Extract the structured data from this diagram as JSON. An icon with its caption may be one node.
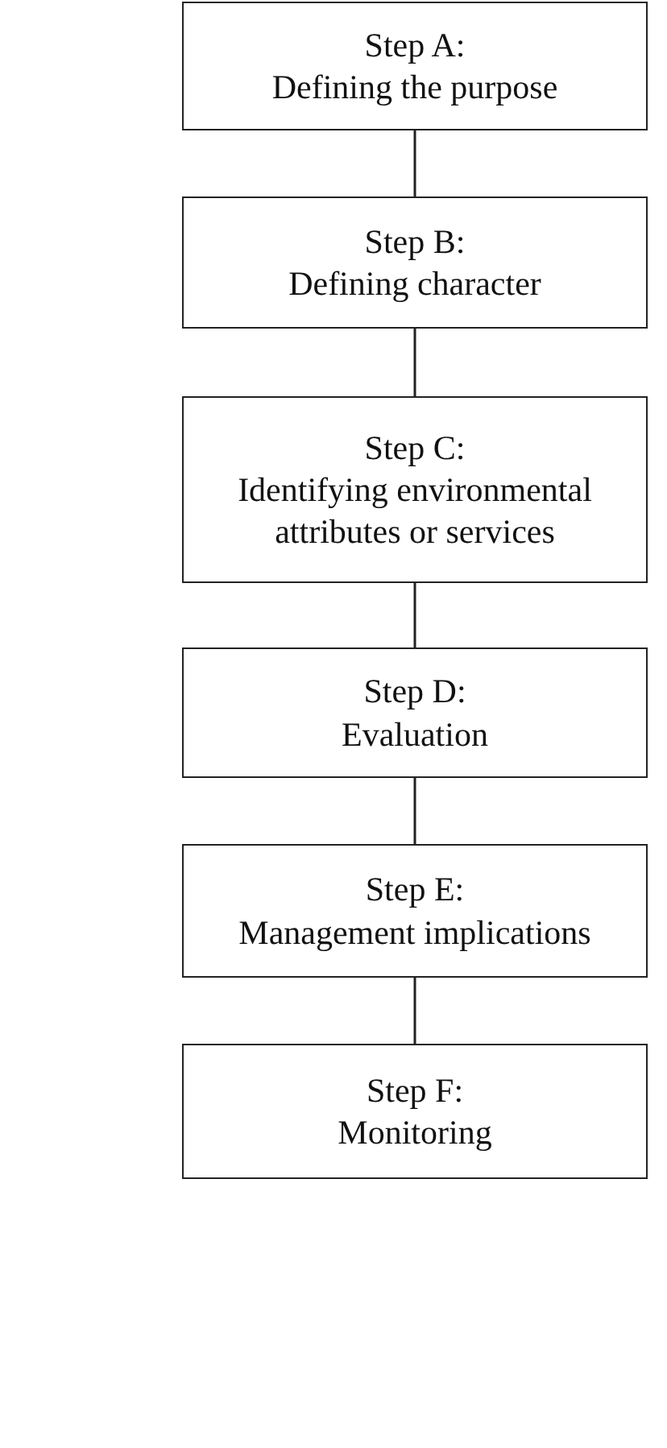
{
  "diagram": {
    "nodes": [
      {
        "text": [
          "Step A:",
          "Defining the purpose"
        ]
      },
      {
        "text": [
          "Step B:",
          "Defining character"
        ]
      },
      {
        "text": [
          "Step C:",
          "Identifying environmental attributes or services"
        ]
      },
      {
        "text": [
          "Step D:",
          "Evaluation"
        ]
      },
      {
        "text": [
          "Step E:",
          "Management implications"
        ]
      },
      {
        "text": [
          "Step F:",
          "Monitoring"
        ]
      }
    ],
    "edges": [
      {
        "from": 0,
        "to": 1,
        "arrow": "none"
      },
      {
        "from": 1,
        "to": 2,
        "arrow": "none"
      },
      {
        "from": 2,
        "to": 3,
        "arrow": "none"
      },
      {
        "from": 3,
        "to": 4,
        "arrow": "none"
      },
      {
        "from": 4,
        "to": 5,
        "arrow": "none"
      }
    ]
  }
}
